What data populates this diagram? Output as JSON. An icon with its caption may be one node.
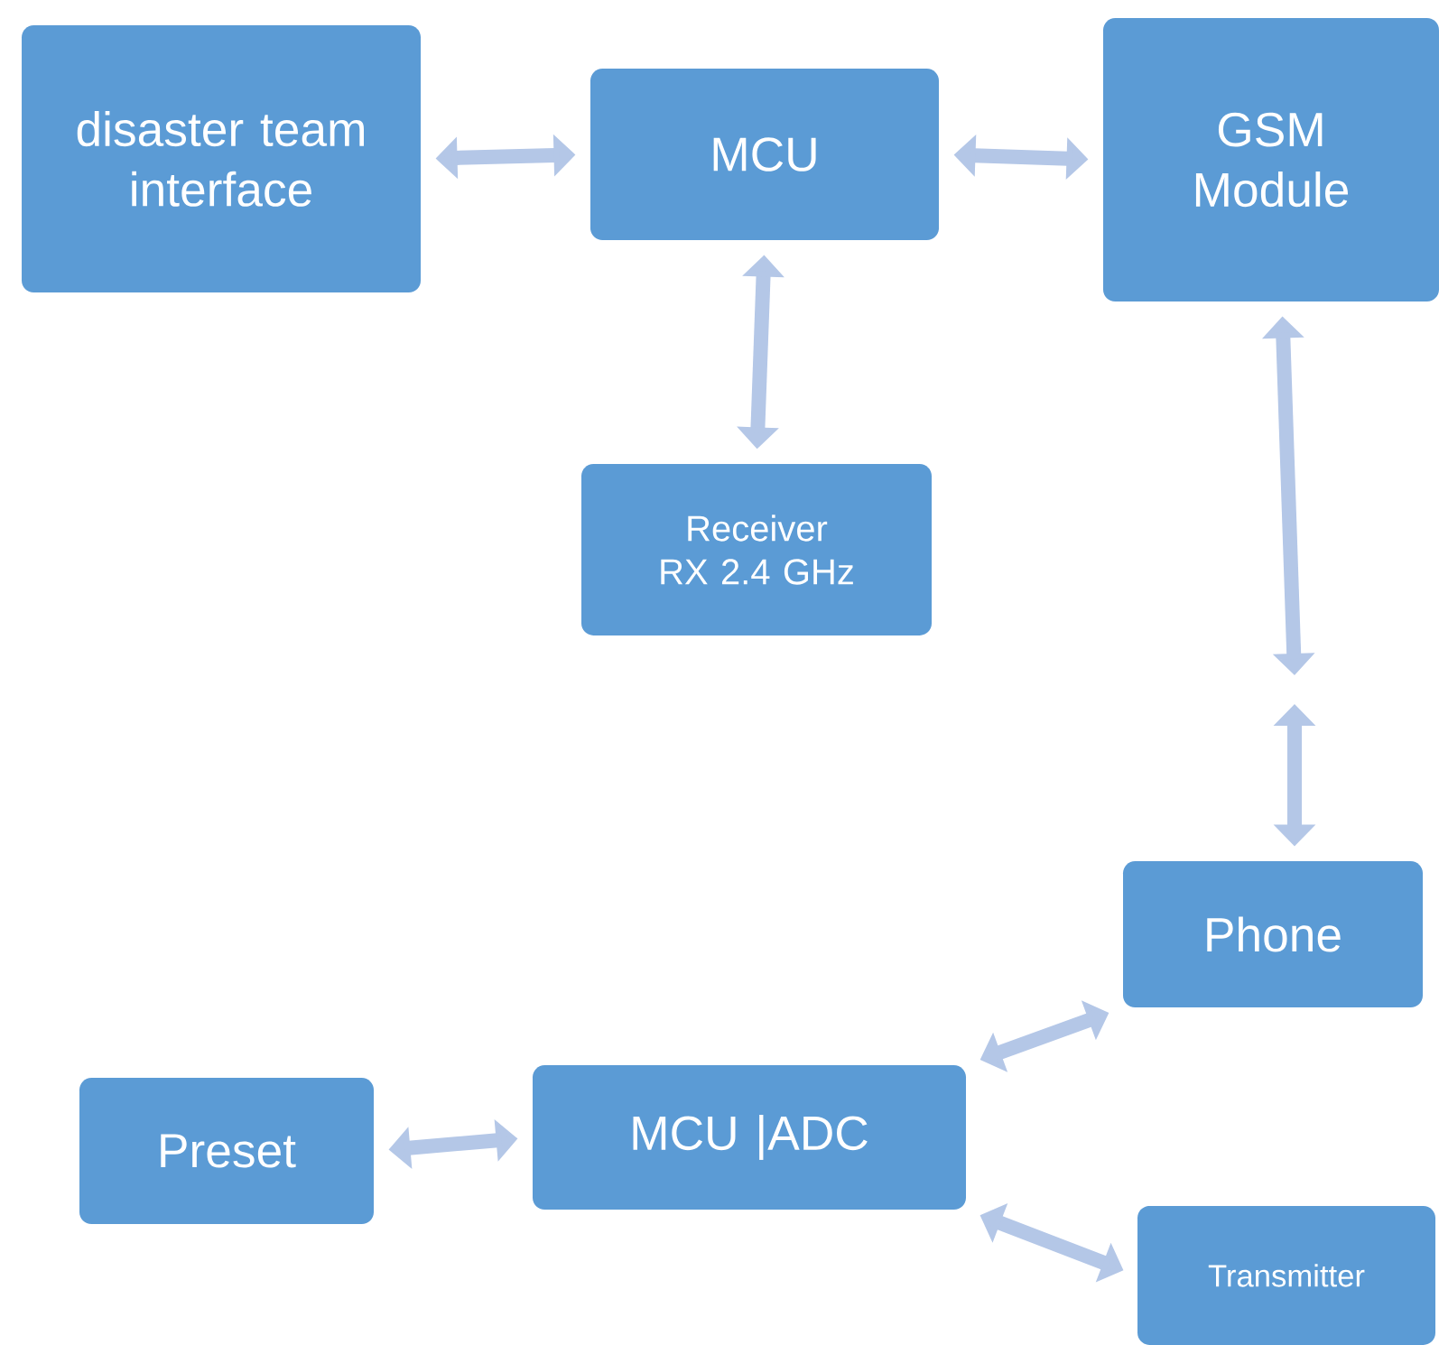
{
  "diagram": {
    "nodes": [
      {
        "text": [
          "disaster team interface"
        ]
      },
      {
        "text": [
          "MCU"
        ]
      },
      {
        "text": [
          "GSM Module"
        ]
      },
      {
        "text": [
          "Receiver RX 2.4 GHz"
        ]
      },
      {
        "text": [
          "Phone"
        ]
      },
      {
        "text": [
          "Preset"
        ]
      },
      {
        "text": [
          "MCU |ADC"
        ]
      },
      {
        "text": [
          "Transmitter"
        ]
      }
    ],
    "edges": [
      {
        "from": 0,
        "to": 1,
        "arrow": "both"
      },
      {
        "from": 1,
        "to": 2,
        "arrow": "both"
      },
      {
        "from": 1,
        "to": 3,
        "arrow": "both"
      },
      {
        "from": 2,
        "to": null,
        "arrow": "both"
      },
      {
        "from": null,
        "to": 4,
        "arrow": "both"
      },
      {
        "from": 6,
        "to": 4,
        "arrow": "both"
      },
      {
        "from": 5,
        "to": 6,
        "arrow": "both"
      },
      {
        "from": 6,
        "to": 7,
        "arrow": "both"
      }
    ]
  }
}
